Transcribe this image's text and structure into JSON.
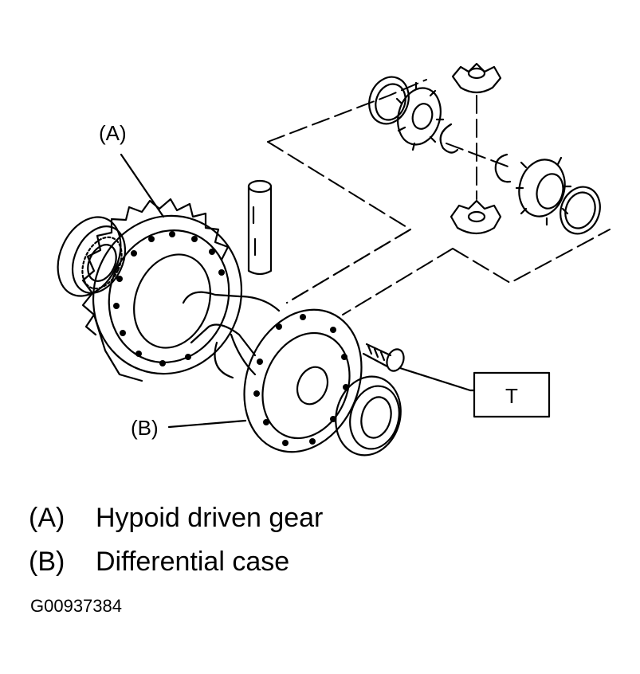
{
  "callouts": {
    "a": "(A)",
    "b": "(B)",
    "t": "T"
  },
  "legend": [
    {
      "key": "(A)",
      "text": "Hypoid driven gear"
    },
    {
      "key": "(B)",
      "text": "Differential case"
    }
  ],
  "figure_code": "G00937384",
  "colors": {
    "ink": "#000000",
    "paper": "#ffffff"
  }
}
